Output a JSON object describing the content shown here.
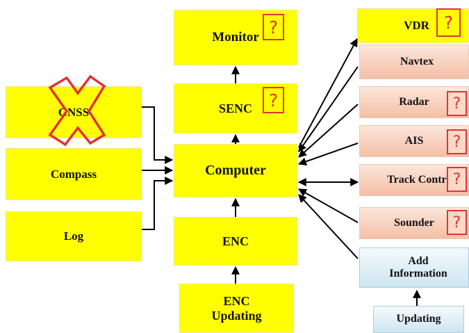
{
  "colors": {
    "system_box": "#ffff00",
    "sensor_box": "#f4bfa5",
    "info_box": "#cfe6f1",
    "arrow": "#000000",
    "warning_mark": "#e0323a"
  },
  "inputs": {
    "gnss": "GNSS",
    "compass": "Compass",
    "log": "Log"
  },
  "center": {
    "monitor": "Monitor",
    "senc": "SENC",
    "computer": "Computer",
    "enc": "ENC",
    "enc_updating": "ENC\nUpdating"
  },
  "peripherals": {
    "vdr": "VDR",
    "navtex": "Navtex",
    "radar": "Radar",
    "ais": "AIS",
    "track_control": "Track Control",
    "sounder": "Sounder",
    "add_information": "Add\nInformation",
    "updating": "Updating"
  },
  "marks": {
    "question": "?",
    "gnss_failed_icon": "x-cross-icon"
  }
}
